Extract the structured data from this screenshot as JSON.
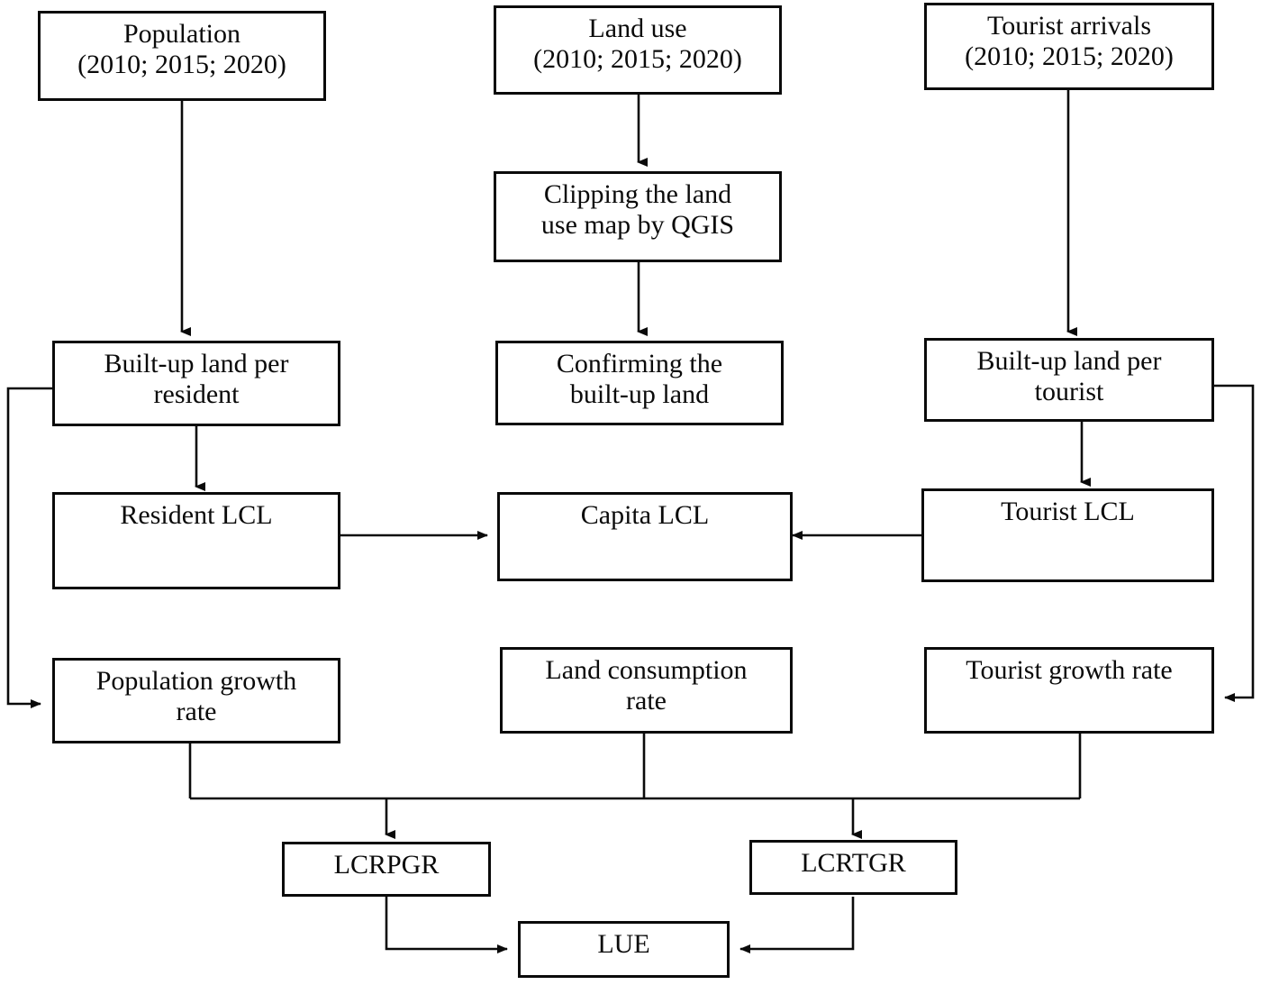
{
  "diagram": {
    "title": "Land Use Efficiency (LUE) methodology flowchart",
    "colors": {
      "stroke": "#0a0a0a",
      "fill": "#ffffff",
      "background": "#ffffff"
    },
    "nodes": {
      "population": {
        "label": "Population\n(2010; 2015; 2020)"
      },
      "land_use": {
        "label": "Land use\n(2010; 2015; 2020)"
      },
      "tourist_arrivals": {
        "label": "Tourist arrivals\n(2010; 2015; 2020)"
      },
      "clipping": {
        "label": "Clipping the land\nuse map by QGIS"
      },
      "built_up_resident": {
        "label": "Built-up land per\nresident"
      },
      "confirming": {
        "label": "Confirming the\nbuilt-up land"
      },
      "built_up_tourist": {
        "label": "Built-up land per\ntourist"
      },
      "resident_lcl": {
        "label": "Resident LCL"
      },
      "capita_lcl": {
        "label": "Capita LCL"
      },
      "tourist_lcl": {
        "label": "Tourist LCL"
      },
      "population_growth": {
        "label": "Population growth\nrate"
      },
      "land_consumption": {
        "label": "Land consumption\nrate"
      },
      "tourist_growth": {
        "label": "Tourist growth rate"
      },
      "lcrpgr": {
        "label": "LCRPGR"
      },
      "lcrtgr": {
        "label": "LCRTGR"
      },
      "lue": {
        "label": "LUE"
      }
    },
    "edges": [
      {
        "from": "population",
        "to": "built_up_resident",
        "kind": "arrow-down"
      },
      {
        "from": "land_use",
        "to": "clipping",
        "kind": "arrow-down"
      },
      {
        "from": "tourist_arrivals",
        "to": "built_up_tourist",
        "kind": "arrow-down"
      },
      {
        "from": "clipping",
        "to": "confirming",
        "kind": "arrow-down"
      },
      {
        "from": "built_up_resident",
        "to": "resident_lcl",
        "kind": "arrow-down"
      },
      {
        "from": "built_up_tourist",
        "to": "tourist_lcl",
        "kind": "arrow-down"
      },
      {
        "from": "resident_lcl",
        "to": "capita_lcl",
        "kind": "arrow-right"
      },
      {
        "from": "tourist_lcl",
        "to": "capita_lcl",
        "kind": "arrow-left"
      },
      {
        "from": "built_up_resident",
        "to": "population_growth",
        "kind": "feedback-left"
      },
      {
        "from": "built_up_tourist",
        "to": "tourist_growth",
        "kind": "feedback-right"
      },
      {
        "from": "population_growth",
        "to": "lcrpgr",
        "kind": "bus-arrow-down"
      },
      {
        "from": "land_consumption",
        "to": "lcrpgr",
        "kind": "bus-arrow-down"
      },
      {
        "from": "land_consumption",
        "to": "lcrtgr",
        "kind": "bus-arrow-down"
      },
      {
        "from": "tourist_growth",
        "to": "lcrtgr",
        "kind": "bus-arrow-down"
      },
      {
        "from": "lcrpgr",
        "to": "lue",
        "kind": "elbow-arrow-right"
      },
      {
        "from": "lcrtgr",
        "to": "lue",
        "kind": "elbow-arrow-left"
      }
    ]
  }
}
